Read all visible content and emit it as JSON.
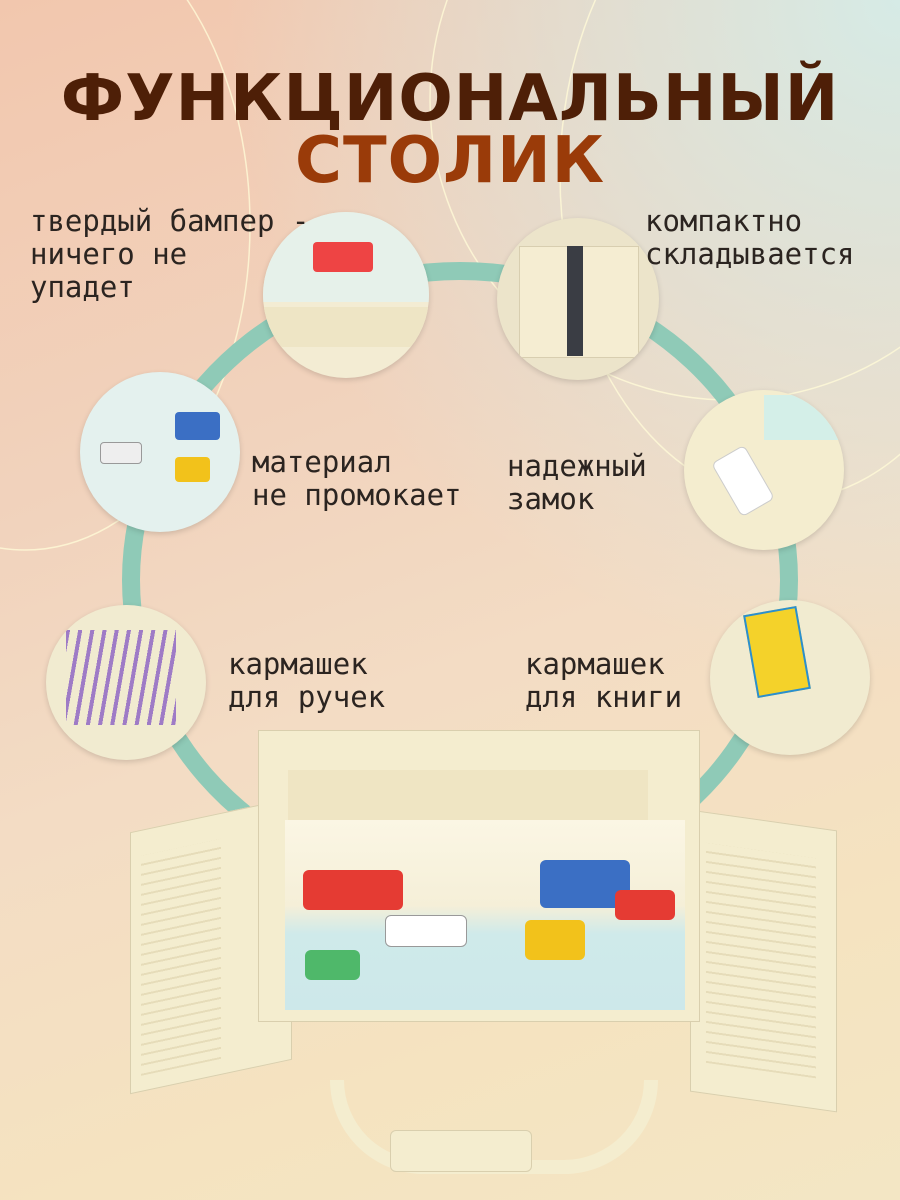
{
  "title": {
    "line1": "ФУНКЦИОНАЛЬНЫЙ",
    "line2": "СТОЛИК"
  },
  "colors": {
    "title_dark": "#4e1f07",
    "title_accent": "#9a3b09",
    "ring": "#8fcab7",
    "label": "#2b2420"
  },
  "features": [
    {
      "line1": "твердый бампер -",
      "line2": "ничего не",
      "line3": "упадет"
    },
    {
      "line1": "компактно",
      "line2": "складывается"
    },
    {
      "line1": "материал",
      "line2": "не промокает"
    },
    {
      "line1": "надежный",
      "line2": "замок"
    },
    {
      "line1": "кармашек",
      "line2": "для ручек"
    },
    {
      "line1": "кармашек",
      "line2": "для книги"
    }
  ]
}
